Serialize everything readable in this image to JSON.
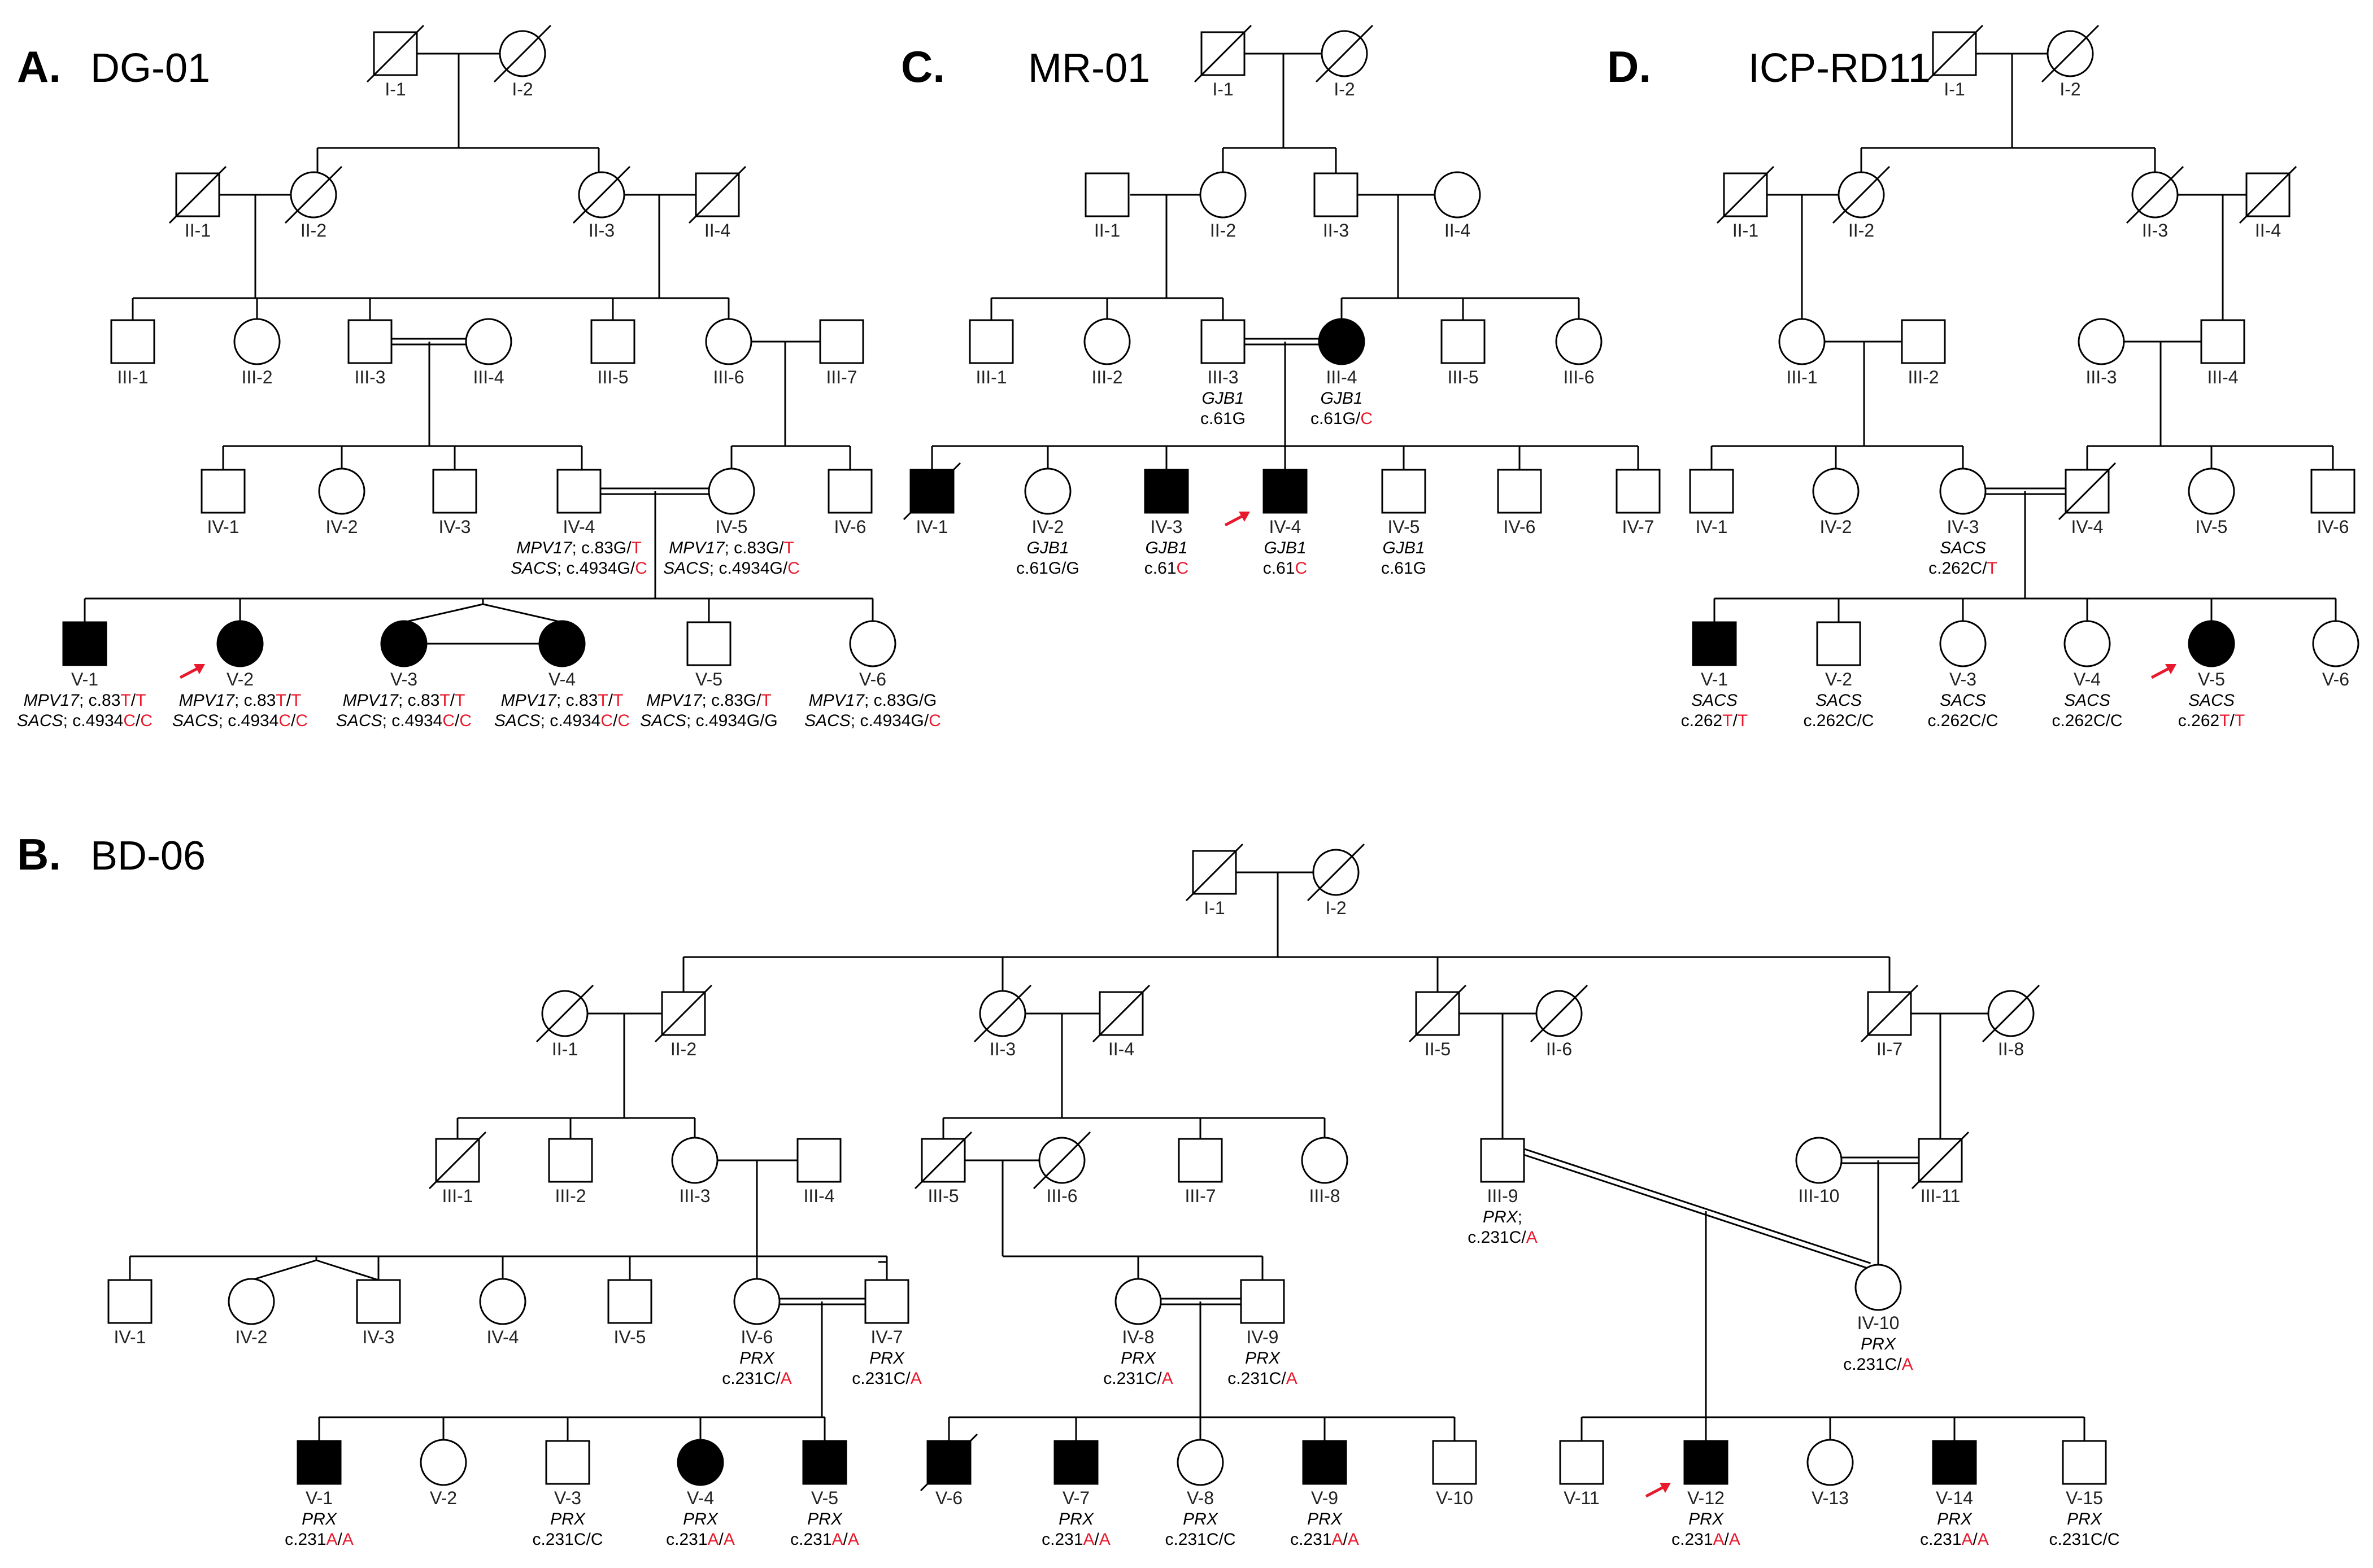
{
  "panels": [
    {
      "letter": "A.",
      "name": "DG-01",
      "individuals": [
        {
          "id": "I-1",
          "sex": "m",
          "deceased": true
        },
        {
          "id": "I-2",
          "sex": "f",
          "deceased": true
        },
        {
          "id": "II-1",
          "sex": "m",
          "deceased": true
        },
        {
          "id": "II-2",
          "sex": "f",
          "deceased": true
        },
        {
          "id": "II-3",
          "sex": "f",
          "deceased": true
        },
        {
          "id": "II-4",
          "sex": "m",
          "deceased": true
        },
        {
          "id": "III-1",
          "sex": "m"
        },
        {
          "id": "III-2",
          "sex": "f"
        },
        {
          "id": "III-3",
          "sex": "m"
        },
        {
          "id": "III-4",
          "sex": "f"
        },
        {
          "id": "III-5",
          "sex": "m"
        },
        {
          "id": "III-6",
          "sex": "f"
        },
        {
          "id": "III-7",
          "sex": "m"
        },
        {
          "id": "IV-1",
          "sex": "m"
        },
        {
          "id": "IV-2",
          "sex": "f"
        },
        {
          "id": "IV-3",
          "sex": "m"
        },
        {
          "id": "IV-4",
          "sex": "m",
          "genotypes": [
            {
              "gene": "MPV17",
              "sep": "; ",
              "base": "c.83G/",
              "a1": "T",
              "a2": ""
            },
            {
              "gene": "SACS",
              "sep": "; ",
              "base": "c.4934G/",
              "a1": "C",
              "a2": ""
            }
          ]
        },
        {
          "id": "IV-5",
          "sex": "f",
          "genotypes": [
            {
              "gene": "MPV17",
              "sep": "; ",
              "base": "c.83G/",
              "a1": "T",
              "a2": ""
            },
            {
              "gene": "SACS",
              "sep": "; ",
              "base": "c.4934G/",
              "a1": "C",
              "a2": ""
            }
          ]
        },
        {
          "id": "IV-6",
          "sex": "m"
        },
        {
          "id": "V-1",
          "sex": "m",
          "affected": true,
          "genotypes": [
            {
              "gene": "MPV17",
              "sep": "; ",
              "base": "c.83",
              "a1": "T",
              "a2": "T"
            },
            {
              "gene": "SACS",
              "sep": "; ",
              "base": "c.4934",
              "a1": "C",
              "a2": "C"
            }
          ]
        },
        {
          "id": "V-2",
          "sex": "f",
          "affected": true,
          "proband": true,
          "genotypes": [
            {
              "gene": "MPV17",
              "sep": "; ",
              "base": "c.83",
              "a1": "T",
              "a2": "T"
            },
            {
              "gene": "SACS",
              "sep": "; ",
              "base": "c.4934",
              "a1": "C",
              "a2": "C"
            }
          ]
        },
        {
          "id": "V-3",
          "sex": "f",
          "affected": true,
          "genotypes": [
            {
              "gene": "MPV17",
              "sep": "; ",
              "base": "c.83",
              "a1": "T",
              "a2": "T"
            },
            {
              "gene": "SACS",
              "sep": "; ",
              "base": "c.4934",
              "a1": "C",
              "a2": "C"
            }
          ]
        },
        {
          "id": "V-4",
          "sex": "f",
          "affected": true,
          "genotypes": [
            {
              "gene": "MPV17",
              "sep": "; ",
              "base": "c.83",
              "a1": "T",
              "a2": "T"
            },
            {
              "gene": "SACS",
              "sep": "; ",
              "base": "c.4934",
              "a1": "C",
              "a2": "C"
            }
          ]
        },
        {
          "id": "V-5",
          "sex": "m",
          "genotypes": [
            {
              "gene": "MPV17",
              "sep": "; ",
              "base": "c.83G/",
              "a1": "T",
              "a2": ""
            },
            {
              "gene": "SACS",
              "sep": "; ",
              "base": "c.4934G/G",
              "a1": "",
              "a2": ""
            }
          ]
        },
        {
          "id": "V-6",
          "sex": "f",
          "genotypes": [
            {
              "gene": "MPV17",
              "sep": "; ",
              "base": "c.83G/G",
              "a1": "",
              "a2": ""
            },
            {
              "gene": "SACS",
              "sep": "; ",
              "base": "c.4934G/",
              "a1": "C",
              "a2": ""
            }
          ]
        }
      ]
    },
    {
      "letter": "C.",
      "name": "MR-01",
      "individuals": [
        {
          "id": "I-1",
          "sex": "m",
          "deceased": true
        },
        {
          "id": "I-2",
          "sex": "f",
          "deceased": true
        },
        {
          "id": "II-1",
          "sex": "m"
        },
        {
          "id": "II-2",
          "sex": "f"
        },
        {
          "id": "II-3",
          "sex": "m"
        },
        {
          "id": "II-4",
          "sex": "f"
        },
        {
          "id": "III-1",
          "sex": "m"
        },
        {
          "id": "III-2",
          "sex": "f"
        },
        {
          "id": "III-3",
          "sex": "m",
          "genotypes": [
            {
              "gene": "GJB1",
              "sep": "",
              "base": "c.61G",
              "a1": "",
              "a2": ""
            }
          ]
        },
        {
          "id": "III-4",
          "sex": "f",
          "affected": true,
          "genotypes": [
            {
              "gene": "GJB1",
              "sep": "",
              "base": "c.61G/",
              "a1": "C",
              "a2": ""
            }
          ]
        },
        {
          "id": "III-5",
          "sex": "m"
        },
        {
          "id": "III-6",
          "sex": "f"
        },
        {
          "id": "IV-1",
          "sex": "m",
          "affected": true,
          "deceased": true
        },
        {
          "id": "IV-2",
          "sex": "f",
          "genotypes": [
            {
              "gene": "GJB1",
              "sep": "",
              "base": "c.61G/G",
              "a1": "",
              "a2": ""
            }
          ]
        },
        {
          "id": "IV-3",
          "sex": "m",
          "affected": true,
          "genotypes": [
            {
              "gene": "GJB1",
              "sep": "",
              "base": "c.61",
              "a1": "C",
              "a2": ""
            }
          ]
        },
        {
          "id": "IV-4",
          "sex": "m",
          "affected": true,
          "proband": true,
          "genotypes": [
            {
              "gene": "GJB1",
              "sep": "",
              "base": "c.61",
              "a1": "C",
              "a2": ""
            }
          ]
        },
        {
          "id": "IV-5",
          "sex": "m",
          "genotypes": [
            {
              "gene": "GJB1",
              "sep": "",
              "base": "c.61G",
              "a1": "",
              "a2": ""
            }
          ]
        },
        {
          "id": "IV-6",
          "sex": "m"
        },
        {
          "id": "IV-7",
          "sex": "m"
        }
      ]
    },
    {
      "letter": "D.",
      "name": "ICP-RD11",
      "individuals": [
        {
          "id": "I-1",
          "sex": "m",
          "deceased": true
        },
        {
          "id": "I-2",
          "sex": "f",
          "deceased": true
        },
        {
          "id": "II-1",
          "sex": "m",
          "deceased": true
        },
        {
          "id": "II-2",
          "sex": "f",
          "deceased": true
        },
        {
          "id": "II-3",
          "sex": "f",
          "deceased": true
        },
        {
          "id": "II-4",
          "sex": "m",
          "deceased": true
        },
        {
          "id": "III-1",
          "sex": "f"
        },
        {
          "id": "III-2",
          "sex": "m"
        },
        {
          "id": "III-3",
          "sex": "f"
        },
        {
          "id": "III-4",
          "sex": "m"
        },
        {
          "id": "IV-1",
          "sex": "m"
        },
        {
          "id": "IV-2",
          "sex": "f"
        },
        {
          "id": "IV-3",
          "sex": "f",
          "genotypes": [
            {
              "gene": "SACS",
              "sep": "",
              "base": "c.262C/",
              "a1": "T",
              "a2": ""
            }
          ]
        },
        {
          "id": "IV-4",
          "sex": "m",
          "deceased": true
        },
        {
          "id": "IV-5",
          "sex": "f"
        },
        {
          "id": "IV-6",
          "sex": "m"
        },
        {
          "id": "V-1",
          "sex": "m",
          "affected": true,
          "genotypes": [
            {
              "gene": "SACS",
              "sep": "",
              "base": "c.262",
              "a1": "T",
              "a2": "T"
            }
          ]
        },
        {
          "id": "V-2",
          "sex": "m",
          "genotypes": [
            {
              "gene": "SACS",
              "sep": "",
              "base": "c.262C/C",
              "a1": "",
              "a2": ""
            }
          ]
        },
        {
          "id": "V-3",
          "sex": "f",
          "genotypes": [
            {
              "gene": "SACS",
              "sep": "",
              "base": "c.262C/C",
              "a1": "",
              "a2": ""
            }
          ]
        },
        {
          "id": "V-4",
          "sex": "f",
          "genotypes": [
            {
              "gene": "SACS",
              "sep": "",
              "base": "c.262C/C",
              "a1": "",
              "a2": ""
            }
          ]
        },
        {
          "id": "V-5",
          "sex": "f",
          "affected": true,
          "proband": true,
          "genotypes": [
            {
              "gene": "SACS",
              "sep": "",
              "base": "c.262",
              "a1": "T",
              "a2": "T"
            }
          ]
        },
        {
          "id": "V-6",
          "sex": "f"
        }
      ]
    },
    {
      "letter": "B.",
      "name": "BD-06",
      "individuals": [
        {
          "id": "I-1",
          "sex": "m",
          "deceased": true
        },
        {
          "id": "I-2",
          "sex": "f",
          "deceased": true
        },
        {
          "id": "II-1",
          "sex": "f",
          "deceased": true
        },
        {
          "id": "II-2",
          "sex": "m",
          "deceased": true
        },
        {
          "id": "II-3",
          "sex": "f",
          "deceased": true
        },
        {
          "id": "II-4",
          "sex": "m",
          "deceased": true
        },
        {
          "id": "II-5",
          "sex": "m",
          "deceased": true
        },
        {
          "id": "II-6",
          "sex": "f",
          "deceased": true
        },
        {
          "id": "II-7",
          "sex": "m",
          "deceased": true
        },
        {
          "id": "II-8",
          "sex": "f",
          "deceased": true
        },
        {
          "id": "III-1",
          "sex": "m",
          "deceased": true
        },
        {
          "id": "III-2",
          "sex": "m"
        },
        {
          "id": "III-3",
          "sex": "f"
        },
        {
          "id": "III-4",
          "sex": "m"
        },
        {
          "id": "III-5",
          "sex": "m",
          "deceased": true
        },
        {
          "id": "III-6",
          "sex": "f",
          "deceased": true
        },
        {
          "id": "III-7",
          "sex": "m"
        },
        {
          "id": "III-8",
          "sex": "f"
        },
        {
          "id": "III-9",
          "sex": "m",
          "genotypes": [
            {
              "gene": "PRX",
              "sep": ";",
              "base": "",
              "a1": "",
              "a2": ""
            },
            {
              "gene": "",
              "sep": "",
              "base": "c.231C/",
              "a1": "A",
              "a2": ""
            }
          ]
        },
        {
          "id": "III-10",
          "sex": "f"
        },
        {
          "id": "III-11",
          "sex": "m",
          "deceased": true
        },
        {
          "id": "IV-1",
          "sex": "m"
        },
        {
          "id": "IV-2",
          "sex": "f"
        },
        {
          "id": "IV-3",
          "sex": "m"
        },
        {
          "id": "IV-4",
          "sex": "f"
        },
        {
          "id": "IV-5",
          "sex": "m"
        },
        {
          "id": "IV-6",
          "sex": "f",
          "genotypes": [
            {
              "gene": "PRX",
              "sep": "",
              "base": "c.231C/",
              "a1": "A",
              "a2": ""
            }
          ]
        },
        {
          "id": "IV-7",
          "sex": "m",
          "genotypes": [
            {
              "gene": "PRX",
              "sep": "",
              "base": "c.231C/",
              "a1": "A",
              "a2": ""
            }
          ]
        },
        {
          "id": "IV-8",
          "sex": "f",
          "genotypes": [
            {
              "gene": "PRX",
              "sep": "",
              "base": "c.231C/",
              "a1": "A",
              "a2": ""
            }
          ]
        },
        {
          "id": "IV-9",
          "sex": "m",
          "genotypes": [
            {
              "gene": "PRX",
              "sep": "",
              "base": "c.231C/",
              "a1": "A",
              "a2": ""
            }
          ]
        },
        {
          "id": "IV-10",
          "sex": "f",
          "genotypes": [
            {
              "gene": "PRX",
              "sep": "",
              "base": "c.231C/",
              "a1": "A",
              "a2": ""
            }
          ]
        },
        {
          "id": "V-1",
          "sex": "m",
          "affected": true,
          "genotypes": [
            {
              "gene": "PRX",
              "sep": "",
              "base": "c.231",
              "a1": "A",
              "a2": "A"
            }
          ]
        },
        {
          "id": "V-2",
          "sex": "f"
        },
        {
          "id": "V-3",
          "sex": "m",
          "genotypes": [
            {
              "gene": "PRX",
              "sep": "",
              "base": "c.231C/C",
              "a1": "",
              "a2": ""
            }
          ]
        },
        {
          "id": "V-4",
          "sex": "f",
          "affected": true,
          "genotypes": [
            {
              "gene": "PRX",
              "sep": "",
              "base": "c.231",
              "a1": "A",
              "a2": "A"
            }
          ]
        },
        {
          "id": "V-5",
          "sex": "m",
          "affected": true,
          "genotypes": [
            {
              "gene": "PRX",
              "sep": "",
              "base": "c.231",
              "a1": "A",
              "a2": "A"
            }
          ]
        },
        {
          "id": "V-6",
          "sex": "m",
          "affected": true,
          "deceased": true
        },
        {
          "id": "V-7",
          "sex": "m",
          "affected": true,
          "genotypes": [
            {
              "gene": "PRX",
              "sep": "",
              "base": "c.231",
              "a1": "A",
              "a2": "A"
            }
          ]
        },
        {
          "id": "V-8",
          "sex": "f",
          "genotypes": [
            {
              "gene": "PRX",
              "sep": "",
              "base": "c.231C/C",
              "a1": "",
              "a2": ""
            }
          ]
        },
        {
          "id": "V-9",
          "sex": "m",
          "affected": true,
          "genotypes": [
            {
              "gene": "PRX",
              "sep": "",
              "base": "c.231",
              "a1": "A",
              "a2": "A"
            }
          ]
        },
        {
          "id": "V-10",
          "sex": "m"
        },
        {
          "id": "V-11",
          "sex": "m"
        },
        {
          "id": "V-12",
          "sex": "m",
          "affected": true,
          "proband": true,
          "genotypes": [
            {
              "gene": "PRX",
              "sep": "",
              "base": "c.231",
              "a1": "A",
              "a2": "A"
            }
          ]
        },
        {
          "id": "V-13",
          "sex": "f"
        },
        {
          "id": "V-14",
          "sex": "m",
          "affected": true,
          "genotypes": [
            {
              "gene": "PRX",
              "sep": "",
              "base": "c.231",
              "a1": "A",
              "a2": "A"
            }
          ]
        },
        {
          "id": "V-15",
          "sex": "m",
          "genotypes": [
            {
              "gene": "PRX",
              "sep": "",
              "base": "c.231C/C",
              "a1": "",
              "a2": ""
            }
          ]
        }
      ]
    }
  ],
  "colors": {
    "line": "#000000",
    "affected": "#000000",
    "variant": "#e8192c",
    "proband_arrow": "#e8192c"
  }
}
